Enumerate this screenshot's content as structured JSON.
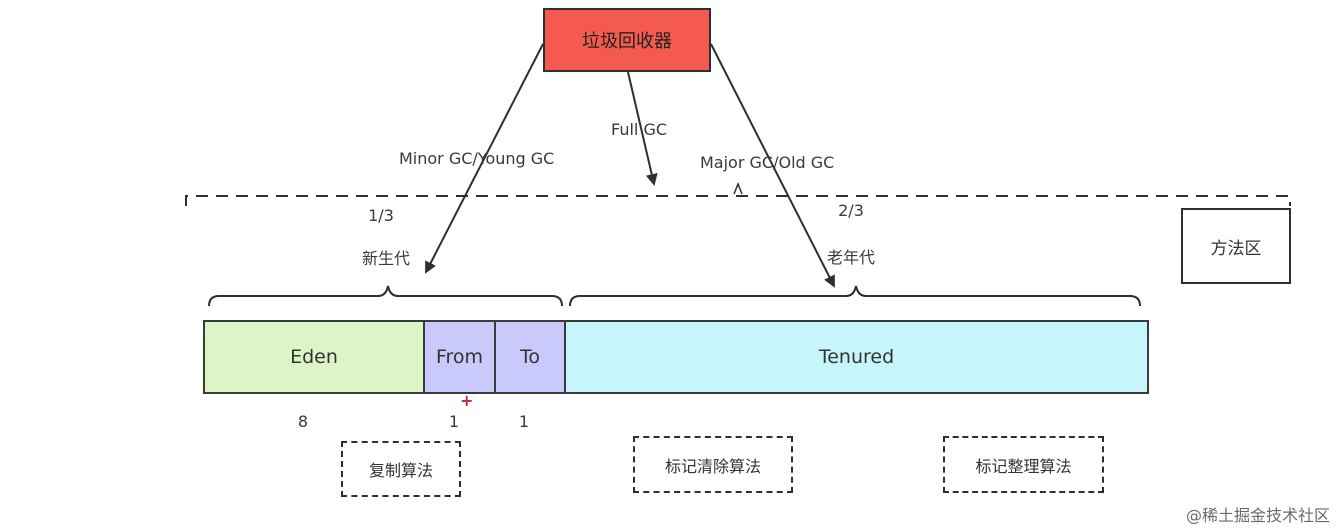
{
  "gc": {
    "title": "垃圾回收器"
  },
  "arrows": {
    "minor": "Minor GC/Young GC",
    "full": "Full GC",
    "major": "Major GC/Old GC"
  },
  "young": {
    "ratio": "1/3",
    "label": "新生代"
  },
  "old": {
    "ratio": "2/3",
    "label": "老年代"
  },
  "method_area": "方法区",
  "segments": {
    "eden": {
      "label": "Eden",
      "num": "8",
      "color": "#ddf5c6"
    },
    "from": {
      "label": "From",
      "num": "1",
      "color": "#c9c9fb"
    },
    "to": {
      "label": "To",
      "num": "1",
      "color": "#c9c9fb"
    },
    "tenured": {
      "label": "Tenured",
      "color": "#c6f6fb"
    }
  },
  "plus_mark": "+",
  "algorithms": {
    "copy": "复制算法",
    "mark_sweep": "标记清除算法",
    "mark_compact": "标记整理算法"
  },
  "watermark": "@稀土掘金技术社区"
}
